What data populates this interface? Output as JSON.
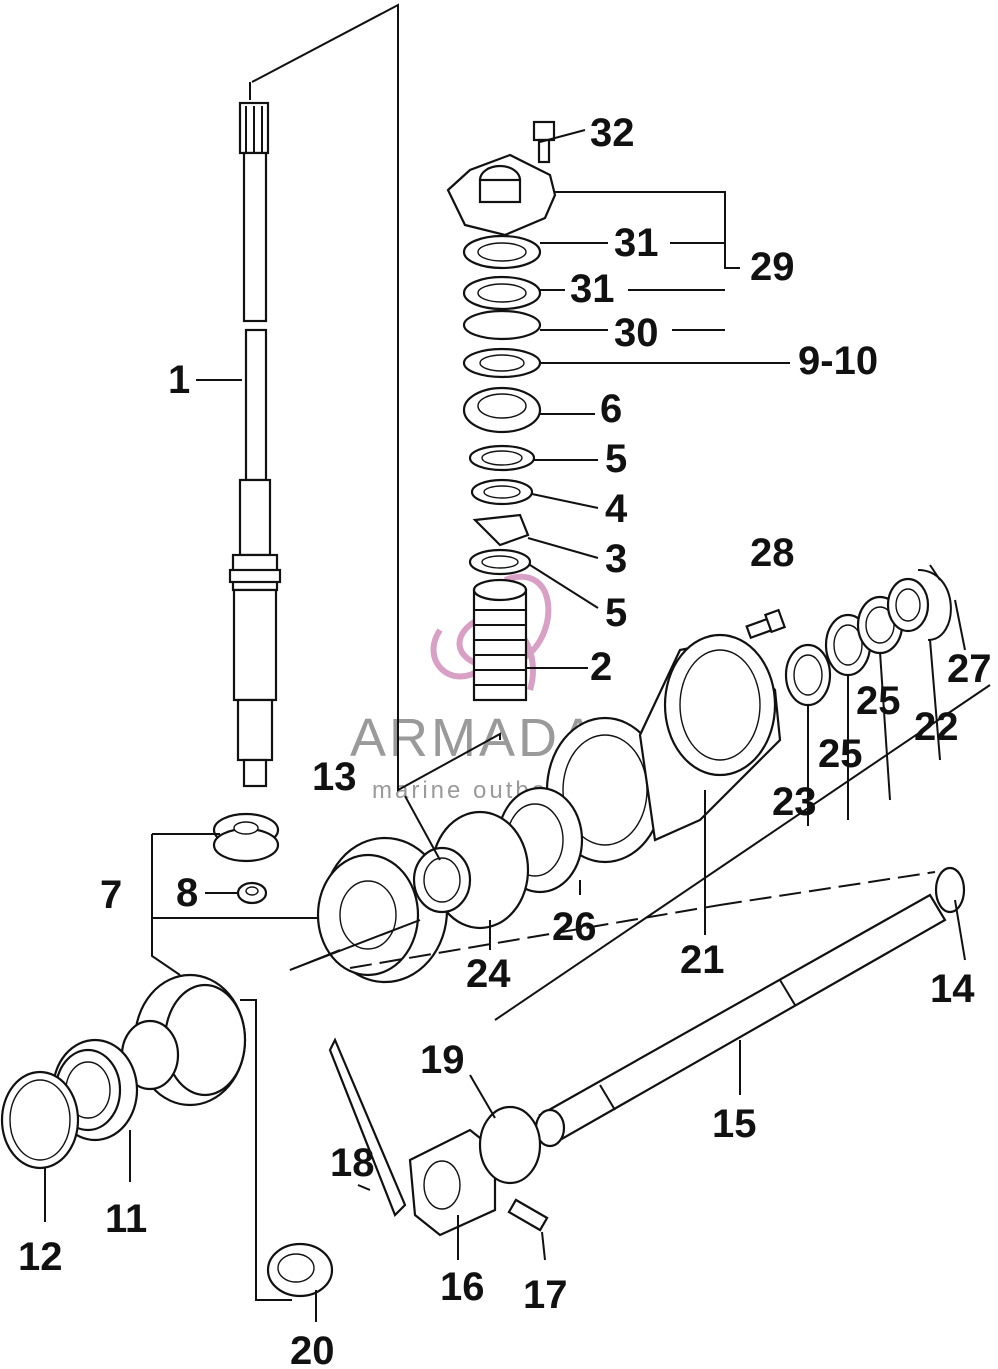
{
  "watermark": {
    "brand": "ARMADA",
    "tagline": "marine outboards",
    "accent_color": "#d9a0c6"
  },
  "callouts": {
    "c1": "1",
    "c2": "2",
    "c3": "3",
    "c4": "4",
    "c5a": "5",
    "c5b": "5",
    "c6": "6",
    "c7": "7",
    "c8": "8",
    "c9_10": "9-10",
    "c11": "11",
    "c12": "12",
    "c13": "13",
    "c14": "14",
    "c15": "15",
    "c16": "16",
    "c17": "17",
    "c18": "18",
    "c19": "19",
    "c20": "20",
    "c21": "21",
    "c22": "22",
    "c23": "23",
    "c24": "24",
    "c25a": "25",
    "c25b": "25",
    "c26": "26",
    "c27": "27",
    "c28": "28",
    "c29": "29",
    "c30": "30",
    "c31a": "31",
    "c31b": "31",
    "c32": "32"
  }
}
